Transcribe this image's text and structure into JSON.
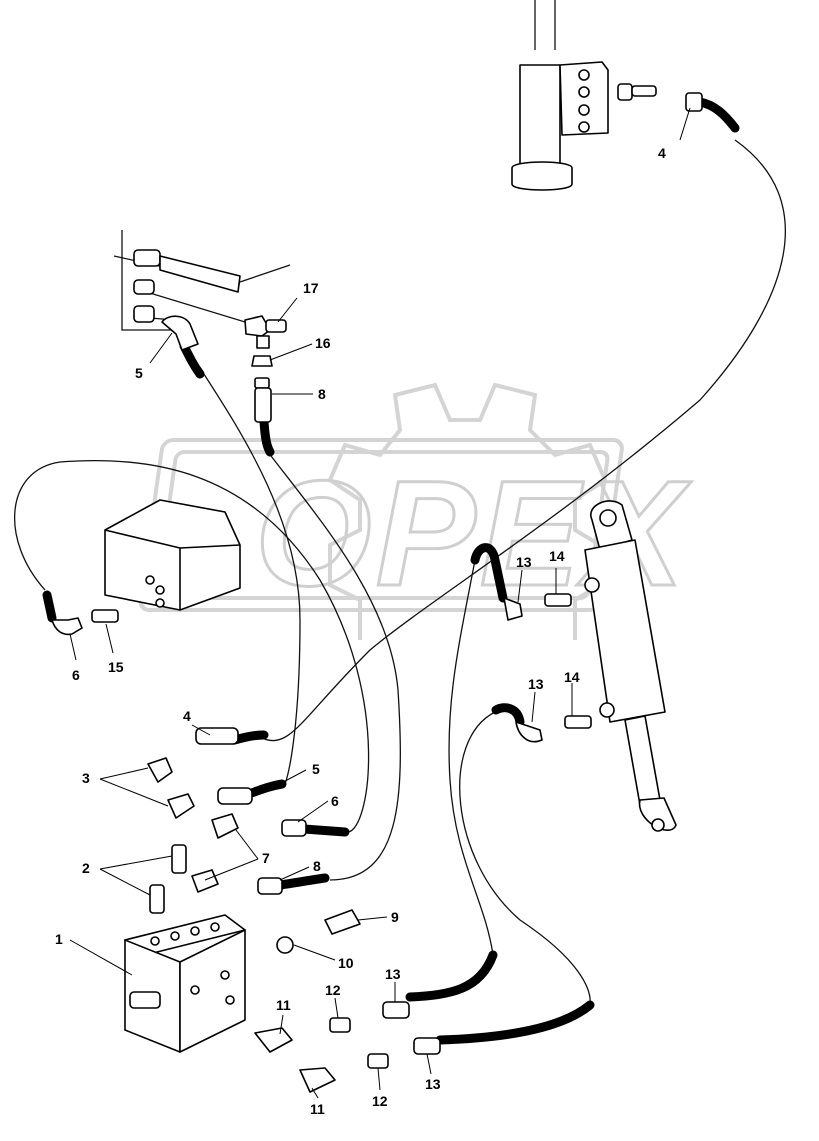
{
  "watermark": {
    "logo_text": "OPEX"
  },
  "callouts": {
    "c1": "1",
    "c2": "2",
    "c3": "3",
    "c4_top": "4",
    "c4": "4",
    "c5_top": "5",
    "c5": "5",
    "c6_left": "6",
    "c6": "6",
    "c7": "7",
    "c8_top": "8",
    "c8": "8",
    "c9": "9",
    "c10": "10",
    "c11_a": "11",
    "c11_b": "11",
    "c12_a": "12",
    "c12_b": "12",
    "c13_a": "13",
    "c13_b": "13",
    "c13_c": "13",
    "c13_d": "13",
    "c14_a": "14",
    "c14_b": "14",
    "c15": "15",
    "c16": "16",
    "c17": "17"
  }
}
